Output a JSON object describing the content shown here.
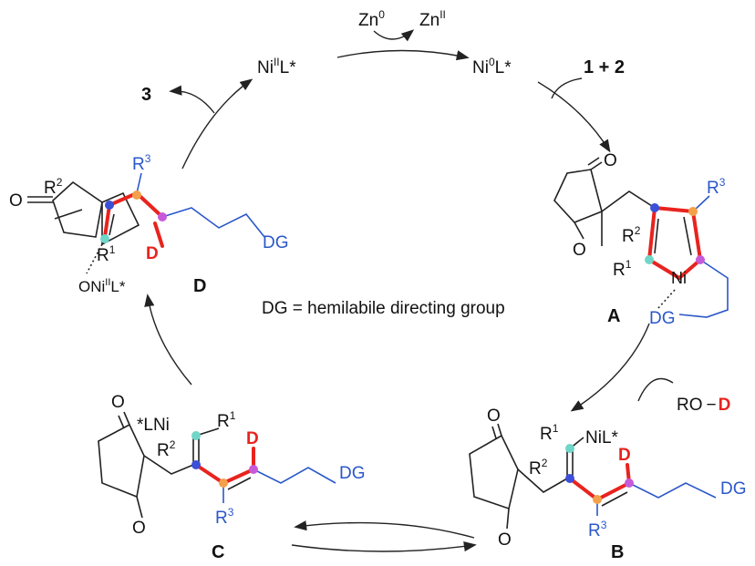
{
  "labels": {
    "zn0": "Zn",
    "zn0_sup": "0",
    "znII": "Zn",
    "znII_sup": "II",
    "niIIL": "Ni",
    "niIIL_sup": "II",
    "niIIL_tail": "L*",
    "ni0L": "Ni",
    "ni0L_sup": "0",
    "ni0L_tail": "L*",
    "reagents": "1 + 2",
    "product3": "3",
    "rod_prefix": "RO",
    "rod_d": "D",
    "dg_def": "DG = hemilabile directing group",
    "compound_A": "A",
    "compound_B": "B",
    "compound_C": "C",
    "compound_D": "D",
    "dg": "DG",
    "r1": "R",
    "r1_sup": "1",
    "r2": "R",
    "r2_sup": "2",
    "r3": "R",
    "r3_sup": "3",
    "o": "O",
    "ni": "Ni",
    "nil_star": "NiL*",
    "star_lni": "*LNi",
    "d_label": "D",
    "oniil": "ONi",
    "oniil_sup": "II",
    "oniil_tail": "L*"
  },
  "colors": {
    "blue": "#2a57c9",
    "red": "#e8231e",
    "dot_blue": "#3b4fd8",
    "dot_teal": "#6fd6c8",
    "dot_orange": "#f3a04a",
    "dot_purple": "#c65ad9"
  }
}
